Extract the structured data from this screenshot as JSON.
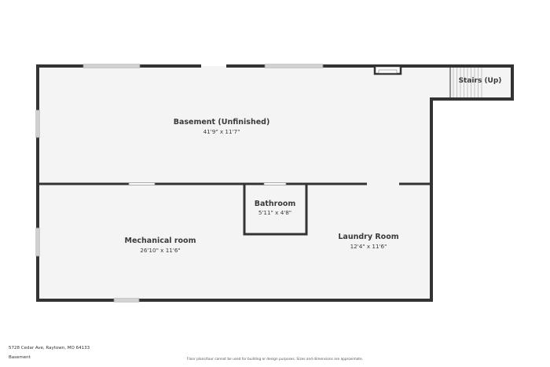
{
  "rooms": {
    "basement": {
      "name": "Basement (Unfinished)",
      "dims": "41'9\" x 11'7\""
    },
    "bathroom": {
      "name": "Bathroom",
      "dims": "5'11\" x 4'8\""
    },
    "mechanical": {
      "name": "Mechanical room",
      "dims": "26'10\" x 11'6\""
    },
    "laundry": {
      "name": "Laundry Room",
      "dims": "12'4\" x 11'6\""
    },
    "stairs": {
      "name": "Stairs (Up)"
    }
  },
  "footer": {
    "address": "5728 Cedar Ave, Raytown, MO 64133",
    "floor": "Basement",
    "disclaimer": "Floor plans/tour cannot be used for building or design purposes. Sizes and dimensions are approximate."
  }
}
